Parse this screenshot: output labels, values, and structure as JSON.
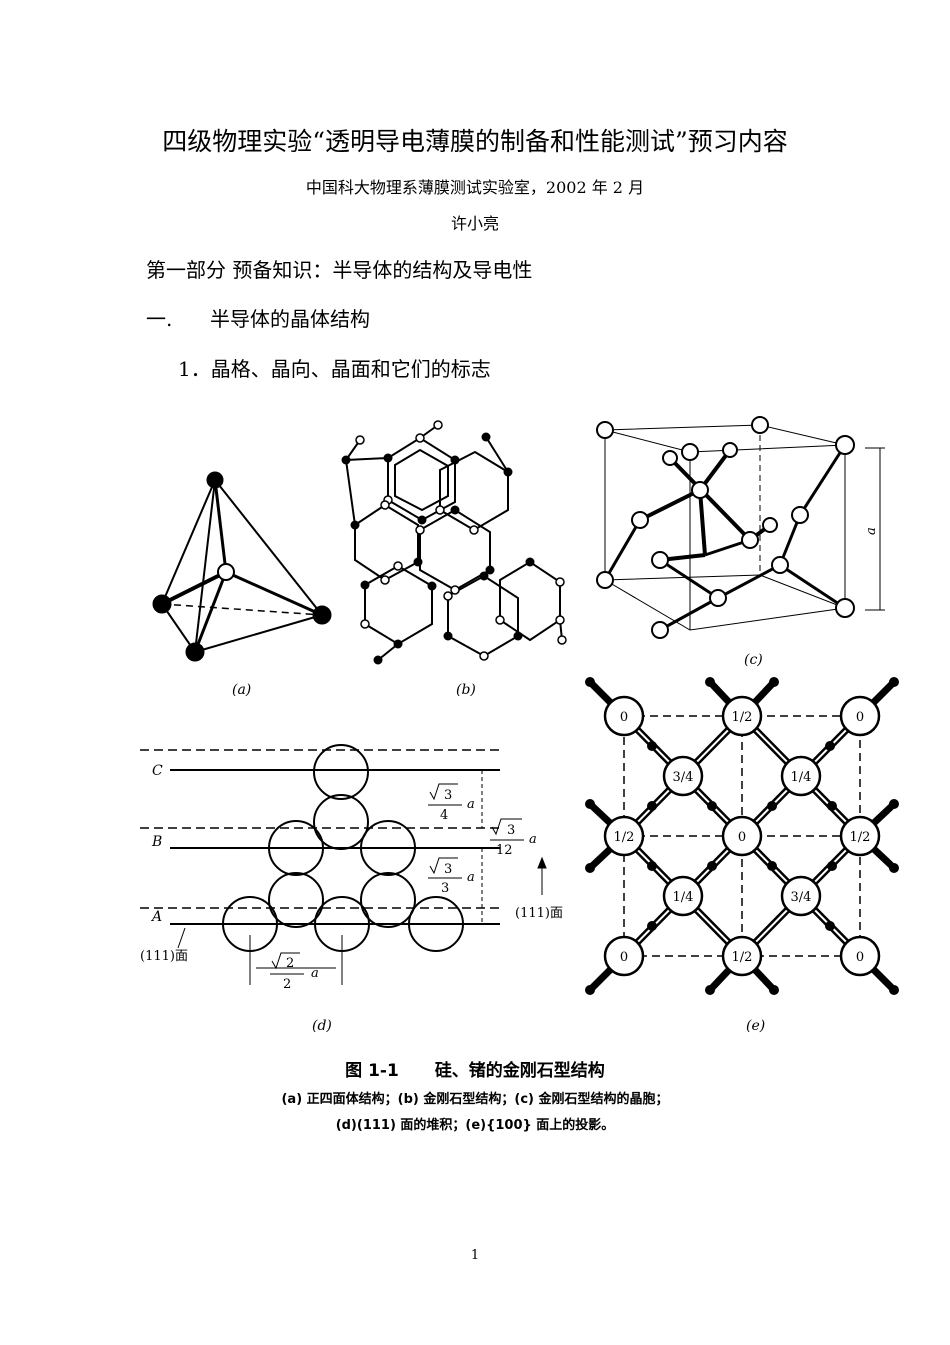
{
  "header": {
    "title": "四级物理实验“透明导电薄膜的制备和性能测试”预习内容",
    "affiliation": "中国科大物理系薄膜测试实验室，2002 年 2 月",
    "author": "许小亮"
  },
  "body": {
    "part_heading": "第一部分  预备知识：半导体的结构及导电性",
    "section_num": "一.",
    "section_title": "半导体的晶体结构",
    "subsection": "1．晶格、晶向、晶面和它们的标志"
  },
  "figure": {
    "panel_labels": {
      "a": "(a)",
      "b": "(b)",
      "c": "(c)",
      "d": "(d)",
      "e": "(e)"
    },
    "panel_c_dim": "a",
    "panel_d": {
      "layer_labels": [
        "C",
        "B",
        "A"
      ],
      "d_sqrt3_4": {
        "num": "3",
        "den": "4",
        "var": "a"
      },
      "d_sqrt3_12": {
        "num": "3",
        "den": "12",
        "var": "a"
      },
      "d_sqrt3_3": {
        "num": "3",
        "den": "3",
        "var": "a"
      },
      "d_sqrt2_2": {
        "num": "2",
        "den": "2",
        "var": "a"
      },
      "plane_right": "(111)面",
      "plane_left": "(111)面"
    },
    "panel_e_heights": [
      "0",
      "1/2",
      "0",
      "3/4",
      "1/4",
      "1/2",
      "0",
      "1/2",
      "1/4",
      "3/4",
      "0",
      "1/2",
      "0"
    ],
    "caption_num": "图 1-1",
    "caption_title": "硅、锗的金刚石型结构",
    "caption_line1": "(a) 正四面体结构；(b) 金刚石型结构；(c) 金刚石型结构的晶胞；",
    "caption_line2": "(d)(111) 面的堆积；(e){100} 面上的投影。"
  },
  "footer": {
    "page_number": "1"
  }
}
